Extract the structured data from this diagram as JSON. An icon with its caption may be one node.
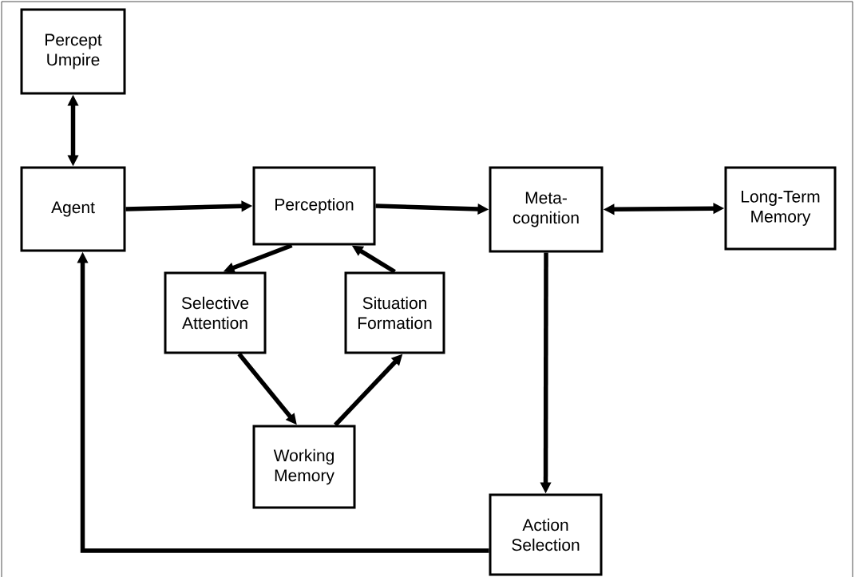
{
  "diagram": {
    "nodes": [
      {
        "text": [
          "Percept Umpire"
        ]
      },
      {
        "text": [
          "Agent"
        ]
      },
      {
        "text": [
          "Perception"
        ]
      },
      {
        "text": [
          "Meta-cognition"
        ]
      },
      {
        "text": [
          "Long-Term Memory"
        ]
      },
      {
        "text": [
          "Selective Attention"
        ]
      },
      {
        "text": [
          "Situation Formation"
        ]
      },
      {
        "text": [
          "Working Memory"
        ]
      },
      {
        "text": [
          "Action Selection"
        ]
      }
    ],
    "edges": [
      {
        "from": 0,
        "to": 1,
        "arrow": "both"
      },
      {
        "from": 1,
        "to": 2,
        "arrow": "to"
      },
      {
        "from": 2,
        "to": 3,
        "arrow": "to"
      },
      {
        "from": 3,
        "to": 4,
        "arrow": "both"
      },
      {
        "from": 2,
        "to": 5,
        "arrow": "to"
      },
      {
        "from": 5,
        "to": 7,
        "arrow": "to"
      },
      {
        "from": 7,
        "to": 6,
        "arrow": "to"
      },
      {
        "from": 6,
        "to": 2,
        "arrow": "to"
      },
      {
        "from": 3,
        "to": 8,
        "arrow": "to"
      },
      {
        "from": 8,
        "to": 1,
        "arrow": "to"
      }
    ]
  }
}
